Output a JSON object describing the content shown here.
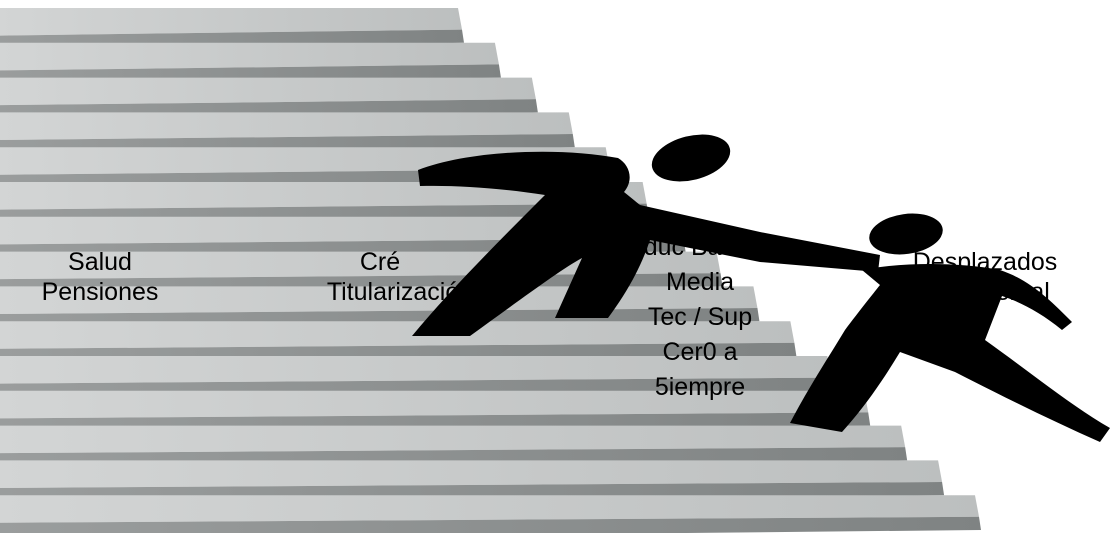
{
  "labels": {
    "salud_pensiones": [
      "Salud",
      "Pensiones"
    ],
    "credito_titularizacion": [
      "Cré",
      "Titularización"
    ],
    "educacion": [
      "Educ  Básica/",
      "Media",
      "Tec / Sup",
      "Cer0 a",
      "5iempre"
    ],
    "desplazados": [
      "Desplazados",
      "Transversal"
    ]
  },
  "colors": {
    "background": "#ffffff",
    "step_top": "#c9cbcb",
    "step_riser": "#8f9292",
    "figure": "#000000"
  }
}
